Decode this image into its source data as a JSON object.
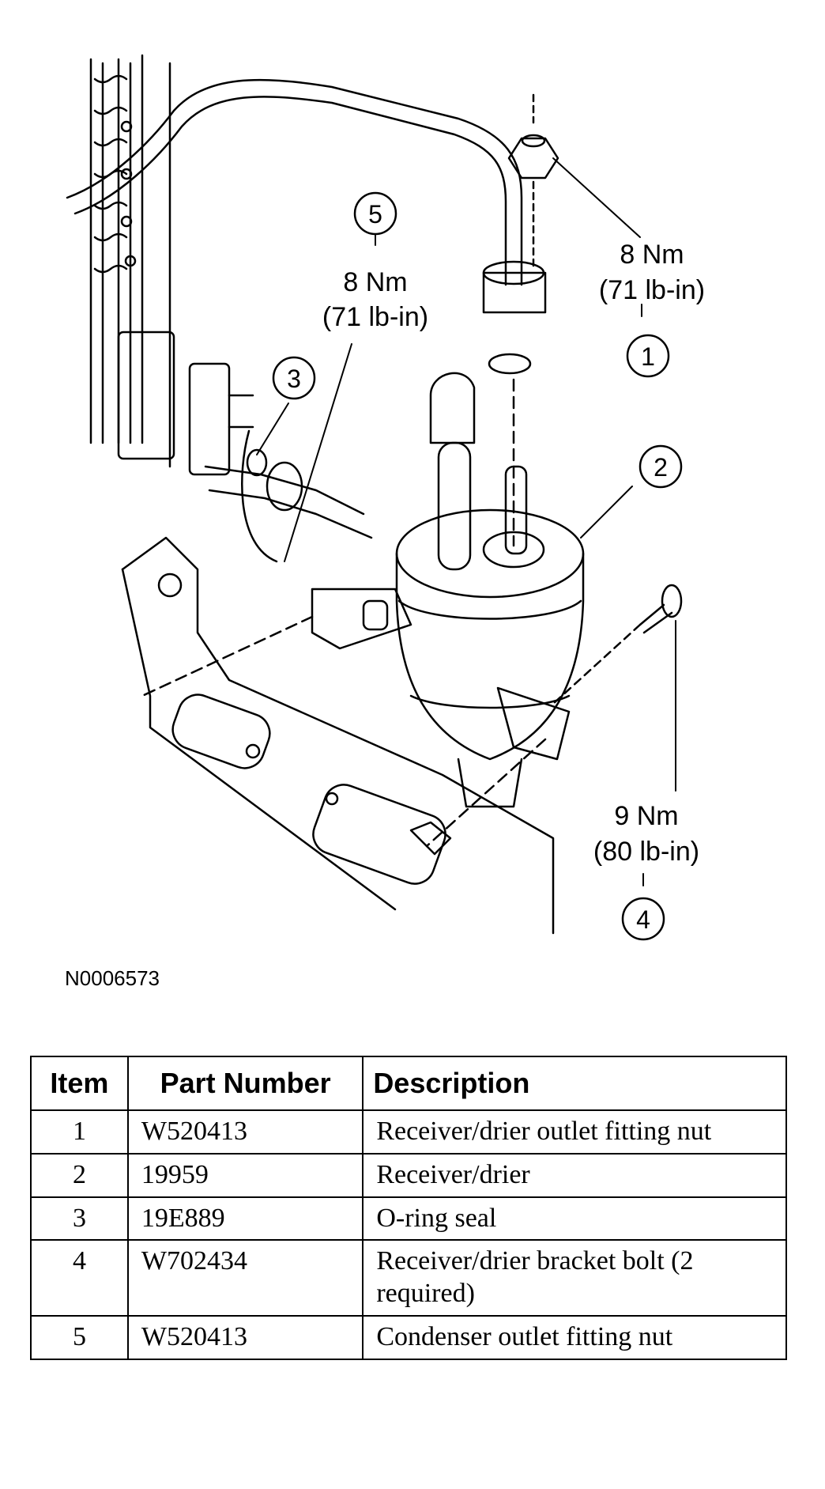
{
  "callouts": [
    {
      "number": "5",
      "torque_nm": "8 Nm",
      "torque_lbin": "(71 lb-in)"
    },
    {
      "number": "1",
      "torque_nm": "8 Nm",
      "torque_lbin": "(71 lb-in)"
    },
    {
      "number": "3"
    },
    {
      "number": "2"
    },
    {
      "number": "4",
      "torque_nm": "9 Nm",
      "torque_lbin": "(80 lb-in)"
    }
  ],
  "figure_id": "N0006573",
  "table": {
    "headers": [
      "Item",
      "Part Number",
      "Description"
    ],
    "rows": [
      {
        "item": "1",
        "part": "W520413",
        "desc": "Receiver/drier outlet fitting nut"
      },
      {
        "item": "2",
        "part": "19959",
        "desc": "Receiver/drier"
      },
      {
        "item": "3",
        "part": "19E889",
        "desc": "O-ring seal"
      },
      {
        "item": "4",
        "part": "W702434",
        "desc": "Receiver/drier bracket bolt (2 required)"
      },
      {
        "item": "5",
        "part": "W520413",
        "desc": "Condenser outlet fitting nut"
      }
    ]
  }
}
